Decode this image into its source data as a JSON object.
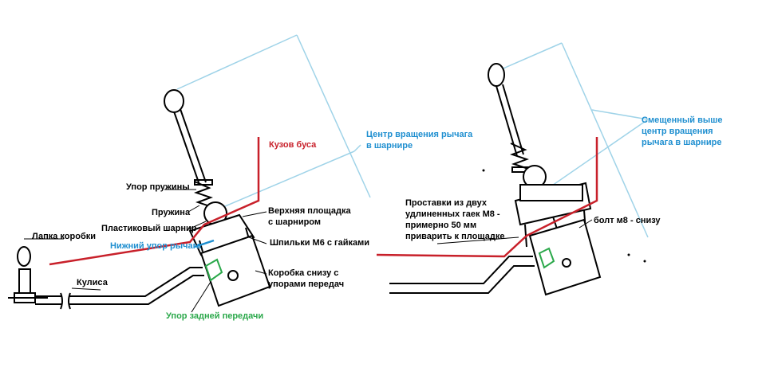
{
  "left_diagram": {
    "labels": {
      "body": "Кузов буса",
      "rotation_center": "Центр вращения рычага\nв шарнире",
      "spring_stop": "Упор пружины",
      "spring": "Пружина",
      "plastic_joint": "Пластиковый шарнир",
      "upper_platform": "Верхняя площадка\nс шарниром",
      "lower_lever_stop": "Нижний упор рычага",
      "studs": "Шпильки М6 с гайками",
      "box_paw": "Лапка коробки",
      "linkage": "Кулиса",
      "bottom_box": "Коробка снизу с\nупорами передач",
      "reverse_stop": "Упор задней передачи"
    }
  },
  "right_diagram": {
    "labels": {
      "shifted_center": "Смещенный выше\nцентр вращения\nрычага в шарнире",
      "spacers": "Проставки из двух\nудлиненных гаек М8 -\nпримерно 50 мм\nприварить к площадке",
      "bolt": "болт м8 - снизу"
    }
  },
  "colors": {
    "red": "#c8202a",
    "blue": "#1f8fd0",
    "light_blue": "#9fd3e8",
    "green": "#2aa84a",
    "black": "#000000"
  }
}
